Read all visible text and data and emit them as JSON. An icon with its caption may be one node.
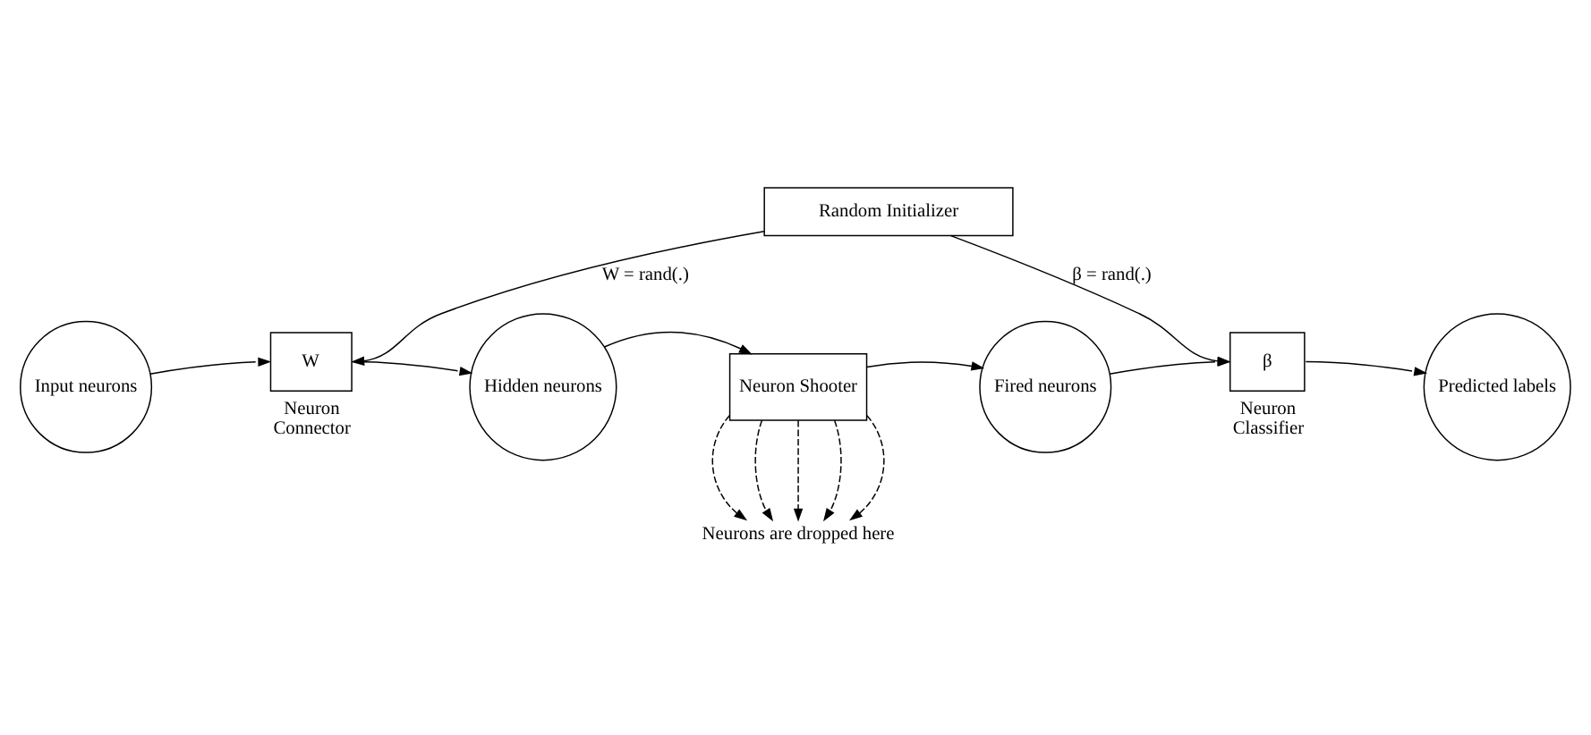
{
  "diagram": {
    "nodes": [
      {
        "text": [
          "Random Initializer"
        ]
      },
      {
        "text": [
          "Input neurons"
        ]
      },
      {
        "text": [
          "W"
        ],
        "beside": [
          "Neuron Connector"
        ]
      },
      {
        "text": [
          "Hidden neurons"
        ]
      },
      {
        "text": [
          "Neuron Shooter"
        ]
      },
      {
        "text": [
          "Fired neurons"
        ]
      },
      {
        "text": [
          "β"
        ],
        "beside": [
          "Neuron Classifier"
        ]
      },
      {
        "text": [
          "Predicted labels"
        ]
      },
      {
        "text": [
          "Neurons are dropped here"
        ]
      }
    ],
    "edges": [
      {
        "from": 0,
        "to": 2,
        "arrow": "to",
        "label": "W = rand(.)"
      },
      {
        "from": 0,
        "to": 6,
        "arrow": "to",
        "label": "β = rand(.)"
      },
      {
        "from": 1,
        "to": 2,
        "arrow": "to"
      },
      {
        "from": 2,
        "to": 3,
        "arrow": "to"
      },
      {
        "from": 3,
        "to": 4,
        "arrow": "to"
      },
      {
        "from": 4,
        "to": 5,
        "arrow": "to"
      },
      {
        "from": 5,
        "to": 6,
        "arrow": "to"
      },
      {
        "from": 6,
        "to": 7,
        "arrow": "to"
      },
      {
        "from": 4,
        "to": 8,
        "arrow": "to",
        "style": "dashed"
      },
      {
        "from": 4,
        "to": 8,
        "arrow": "to",
        "style": "dashed"
      },
      {
        "from": 4,
        "to": 8,
        "arrow": "to",
        "style": "dashed"
      },
      {
        "from": 4,
        "to": 8,
        "arrow": "to",
        "style": "dashed"
      },
      {
        "from": 4,
        "to": 8,
        "arrow": "to",
        "style": "dashed"
      }
    ]
  }
}
